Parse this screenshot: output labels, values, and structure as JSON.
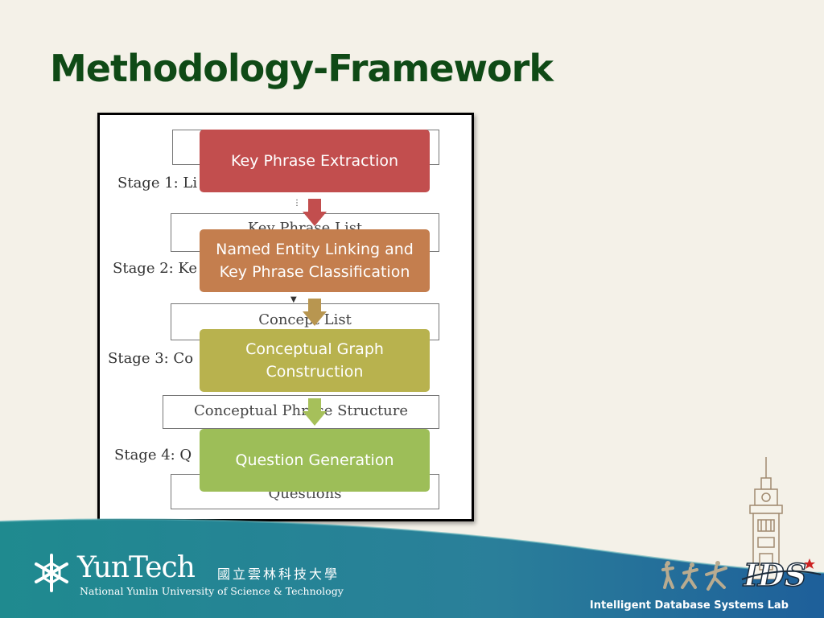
{
  "slide": {
    "title": "Methodology-Framework"
  },
  "figure": {
    "stage_labels": [
      "Stage 1: Li",
      "Stage 2: Ke",
      "Stage 3: Co",
      "Stage 4: Q"
    ],
    "under_boxes": [
      "Key Phrase List",
      "Concept List",
      "Conceptual Phrase Structure",
      "Questions"
    ],
    "steps": [
      {
        "label": "Key Phrase Extraction",
        "color": "#c24e4e"
      },
      {
        "label": "Named Entity Linking and Key Phrase Classification",
        "color": "#c47e4e"
      },
      {
        "label": "Conceptual Graph Construction",
        "color": "#b8b24e"
      },
      {
        "label": "Question Generation",
        "color": "#9dbe58"
      }
    ]
  },
  "footer": {
    "university_name": "YunTech",
    "university_name_cn": "國立雲林科技大學",
    "university_full": "National Yunlin University of Science & Technology",
    "lab_logo": "IDS",
    "lab_name": "Intelligent Database Systems Lab",
    "band_color": "#2f7f93"
  }
}
